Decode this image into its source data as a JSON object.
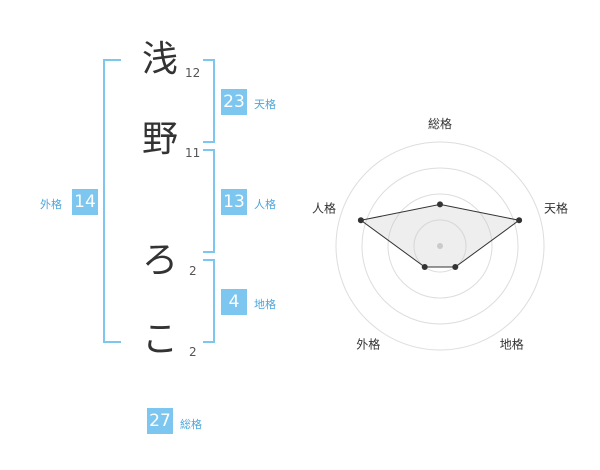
{
  "name": {
    "chars": [
      {
        "char": "浅",
        "strokes": "12"
      },
      {
        "char": "野",
        "strokes": "11"
      },
      {
        "char": "ろ",
        "strokes": "2"
      },
      {
        "char": "こ",
        "strokes": "2"
      }
    ]
  },
  "kaku": {
    "tenkaku": {
      "value": "23",
      "label": "天格"
    },
    "jinkaku": {
      "value": "13",
      "label": "人格"
    },
    "chikaku": {
      "value": "4",
      "label": "地格"
    },
    "gaikaku": {
      "value": "14",
      "label": "外格"
    },
    "soukaku": {
      "value": "27",
      "label": "総格"
    }
  },
  "colors": {
    "accent": "#7cc6ef",
    "label": "#4aa6dc"
  },
  "chart_data": {
    "type": "radar",
    "axes": [
      "総格",
      "天格",
      "地格",
      "外格",
      "人格"
    ],
    "values": [
      0.4,
      0.8,
      0.25,
      0.25,
      0.8
    ],
    "range": [
      0,
      1
    ],
    "rings": 4
  }
}
